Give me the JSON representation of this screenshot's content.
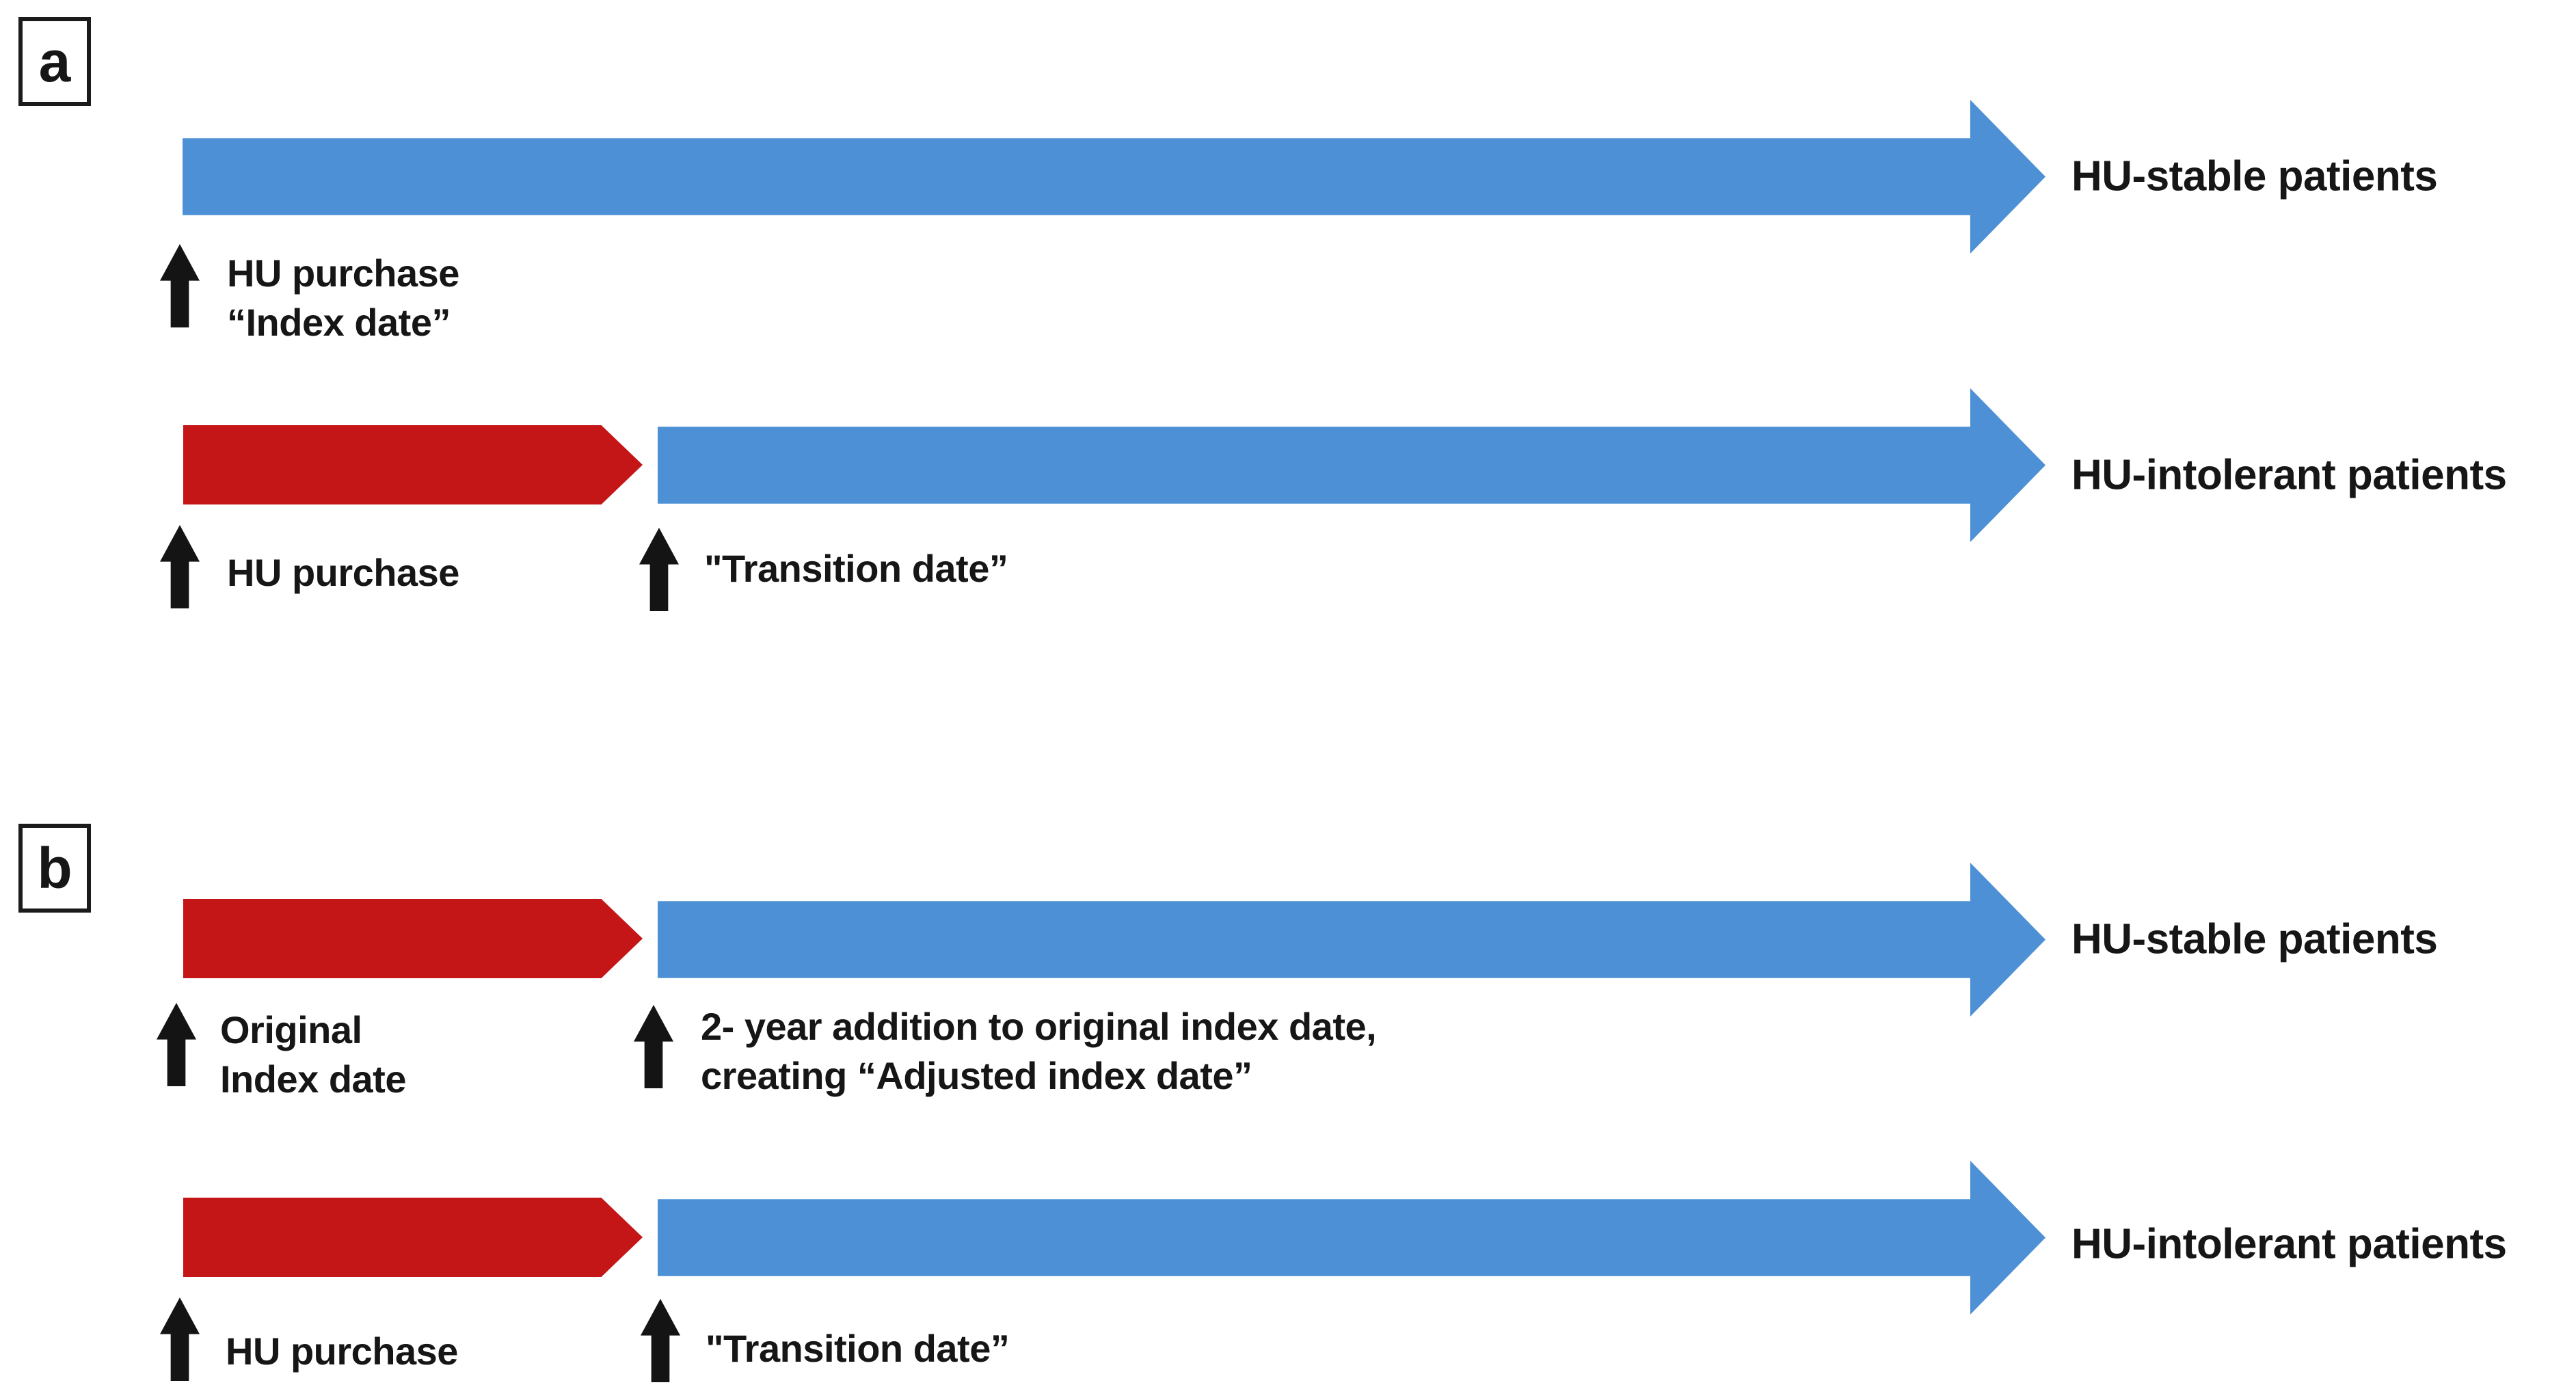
{
  "colors": {
    "blue": "#4d90d5",
    "red": "#c41617",
    "ink": "#161616"
  },
  "panel_a": {
    "label": "a",
    "row1": {
      "right_label": "HU-stable patients",
      "ann1": {
        "line1": "HU purchase",
        "line2": "“Index date”"
      }
    },
    "row2": {
      "right_label": "HU-intolerant patients",
      "ann1": {
        "line1": "HU purchase"
      },
      "ann2": {
        "line1": "\"Transition date”"
      }
    }
  },
  "panel_b": {
    "label": "b",
    "row1": {
      "right_label": "HU-stable patients",
      "ann1": {
        "line1": "Original",
        "line2": "Index date"
      },
      "ann2": {
        "line1": "2- year addition to original index date,",
        "line2": "creating “Adjusted index date”"
      }
    },
    "row2": {
      "right_label": "HU-intolerant patients",
      "ann1": {
        "line1": "HU purchase"
      },
      "ann2": {
        "line1": "\"Transition date”"
      }
    }
  }
}
